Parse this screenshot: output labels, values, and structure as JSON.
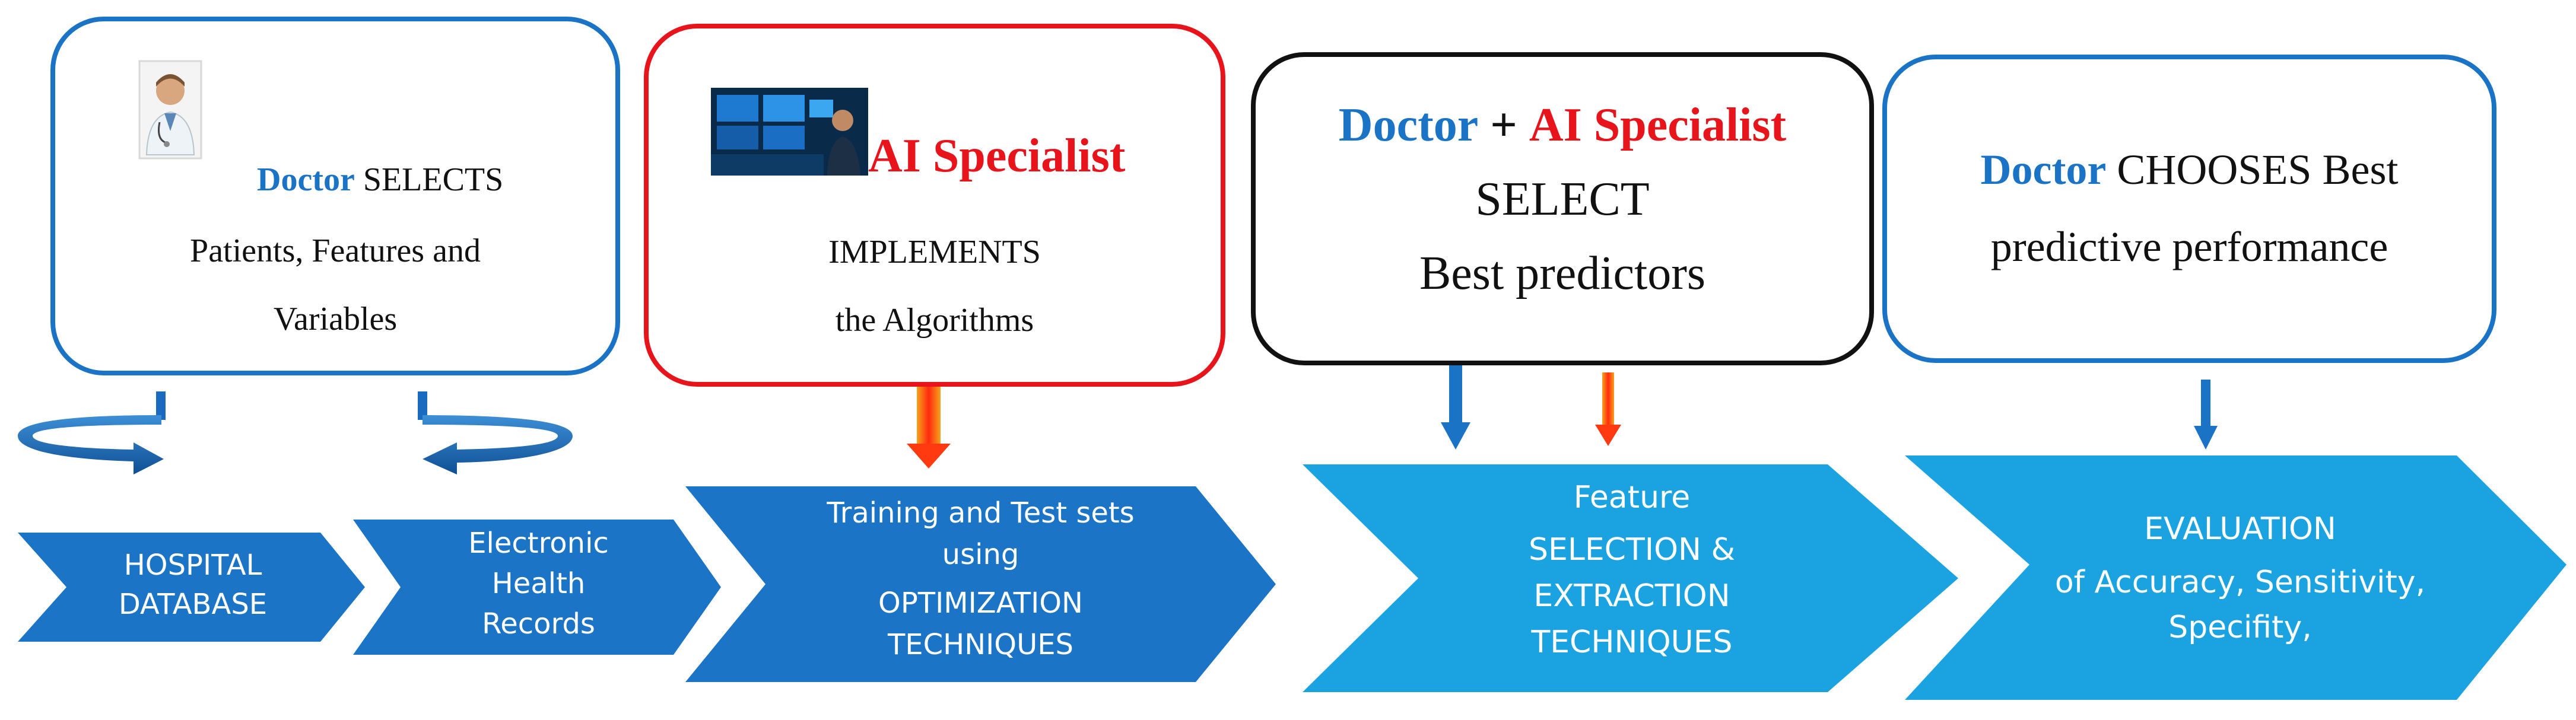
{
  "boxes": {
    "box1": {
      "doctor": "Doctor",
      "selects": "SELECTS",
      "line2": "Patients, Features and",
      "line3": "Variables"
    },
    "box2": {
      "ai_specialist": "AI Specialist",
      "line2": "IMPLEMENTS",
      "line3": "the Algorithms"
    },
    "box3": {
      "doctor": "Doctor",
      "plus": "+",
      "ai_specialist": "AI Specialist",
      "line2": "SELECT",
      "line3": "Best predictors"
    },
    "box4": {
      "doctor": "Doctor",
      "chooses": "CHOOSES Best",
      "line2": "predictive performance"
    }
  },
  "steps": {
    "step1": {
      "line1": "HOSPITAL",
      "line2": "DATABASE"
    },
    "step2": {
      "line1": "Electronic",
      "line2": "Health",
      "line3": "Records"
    },
    "step3": {
      "line1": "Training and Test sets",
      "line2": "using",
      "line3": "OPTIMIZATION",
      "line4": "TECHNIQUES"
    },
    "step4": {
      "line1": "Feature",
      "line2": "SELECTION &",
      "line3": "EXTRACTION",
      "line4": "TECHNIQUES"
    },
    "step5": {
      "line1": "EVALUATION",
      "line2": "of Accuracy, Sensitivity,",
      "line3": "Specifity,",
      "line3_comma": ","
    }
  },
  "colors": {
    "doctor_blue": "#1a73c5",
    "ai_red": "#e8141b",
    "chevron_dark": "#1b74c6",
    "chevron_light": "#1aa3e0",
    "arrow_orange": "#f26a1b"
  },
  "icons": [
    "doctor-icon",
    "control-room-photo",
    "cycle-arrow-icon",
    "down-arrow-icon"
  ]
}
